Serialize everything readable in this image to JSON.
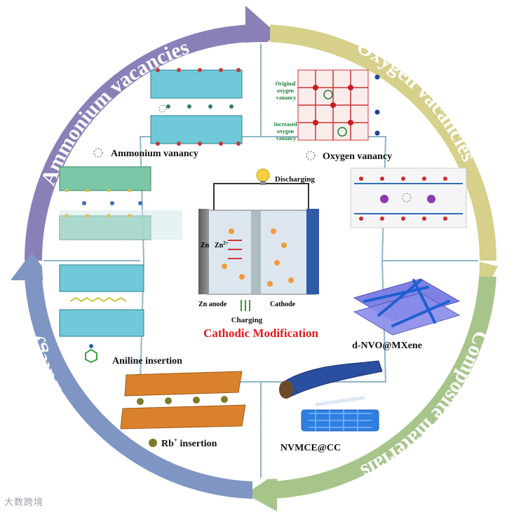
{
  "ring": {
    "top_left": "Ammonium vacancies",
    "top_right": "Oxygen vacancies",
    "bottom_right": "Composite materials",
    "bottom_left": "Pre-Intercalation strategy"
  },
  "center": {
    "title": "Cathodic Modification",
    "discharging": "Discharging",
    "charging": "Charging",
    "anode": "Zn anode",
    "cathode": "Cathode",
    "zn": "Zn",
    "zn_ion": "Zn",
    "zn_ion_sup": "2+"
  },
  "quadrants": {
    "ammonium_label": "Ammonium vanancy",
    "oxygen_label": "Oxygen vanancy",
    "oxygen_annot_original": [
      "Original",
      "oxygen",
      "vanancy"
    ],
    "oxygen_annot_increased": [
      "Increased",
      "oxygen",
      "vanancy"
    ],
    "aniline_label": "Aniline insertion",
    "rb_label": "Rb",
    "rb_sup": "+",
    "rb_suffix": " insertion",
    "mxene_label": "d-NVO@MXene",
    "nvmce_label": "NVMCE@CC"
  },
  "watermark": "大数跨境",
  "colors": {
    "purple": "#8b7fb8",
    "yellow": "#d6d08a",
    "green": "#a7c58b",
    "blue": "#7f95c4",
    "frame": "#8fb6c8",
    "title_red": "#e01b1b"
  }
}
